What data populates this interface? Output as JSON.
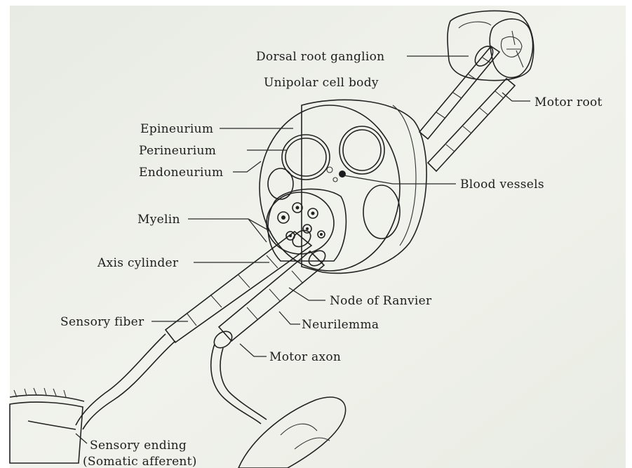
{
  "labels": {
    "dorsal_root_ganglion": "Dorsal root ganglion",
    "unipolar_cell_body": "Unipolar cell body",
    "motor_root": "Motor root",
    "epineurium": "Epineurium",
    "perineurium": "Perineurium",
    "endoneurium": "Endoneurium",
    "blood_vessels": "Blood vessels",
    "myelin": "Myelin",
    "axis_cylinder": "Axis cylinder",
    "node_of_ranvier": "Node of Ranvier",
    "sensory_fiber": "Sensory fiber",
    "neurilemma": "Neurilemma",
    "motor_axon": "Motor axon",
    "sensory_ending": "Sensory ending",
    "somatic_afferent": "(Somatic afferent)"
  },
  "colors": {
    "page_background": "#eef0e8",
    "ink": "#222222",
    "frame": "#ffffff"
  }
}
